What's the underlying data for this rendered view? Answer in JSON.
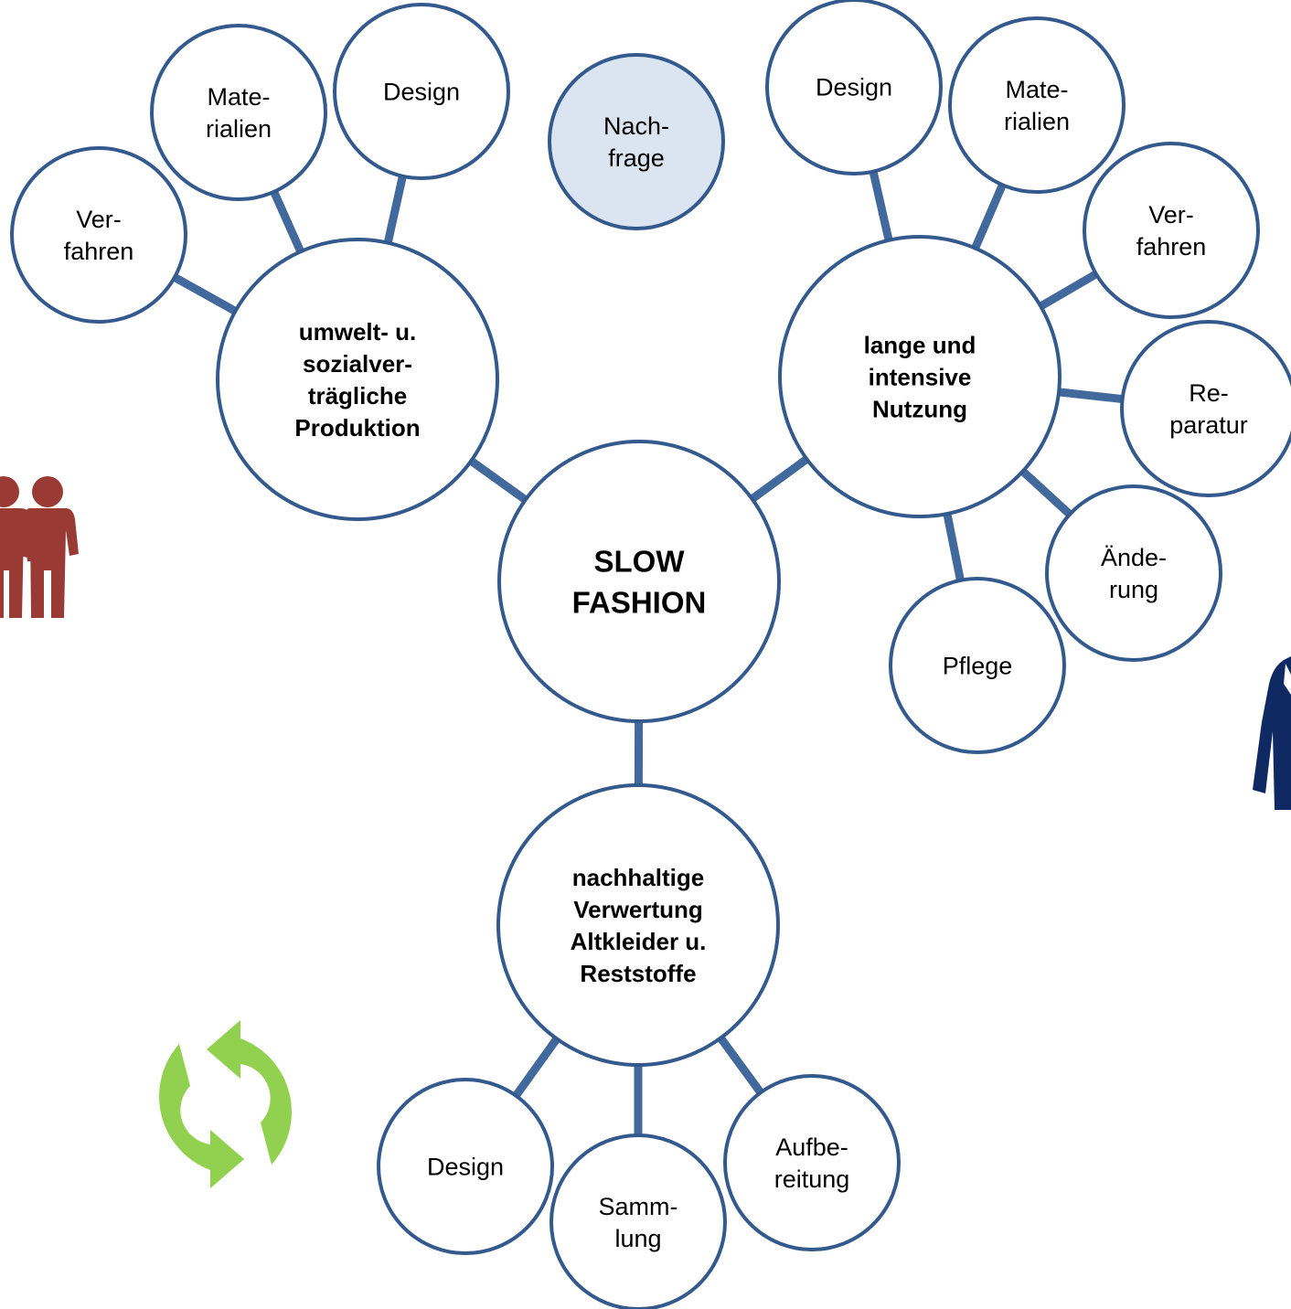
{
  "palette": {
    "stroke": "#34598c",
    "connector": "#41699c",
    "node_fill": "#ffffff",
    "highlight_fill": "#dbe5f1",
    "people_icon": "#9a3a35",
    "jacket_icon": "#0f2a63",
    "recycle_icon": "#92d050"
  },
  "nodes": {
    "center": [
      "SLOW",
      "FASHION"
    ],
    "production": [
      "umwelt- u.",
      "sozialver-",
      "trägliche",
      "Produktion"
    ],
    "usage": [
      "lange und",
      "intensive",
      "Nutzung"
    ],
    "recycling": [
      "nachhaltige",
      "Verwertung",
      "Altkleider u.",
      "Reststoffe"
    ],
    "prod_verfahren": [
      "Ver-",
      "fahren"
    ],
    "prod_materialien": [
      "Mate-",
      "rialien"
    ],
    "prod_design": [
      "Design"
    ],
    "nachfrage": [
      "Nach-",
      "frage"
    ],
    "use_design": [
      "Design"
    ],
    "use_materialien": [
      "Mate-",
      "rialien"
    ],
    "use_verfahren": [
      "Ver-",
      "fahren"
    ],
    "use_reparatur": [
      "Re-",
      "paratur"
    ],
    "use_aenderung": [
      "Ände-",
      "rung"
    ],
    "use_pflege": [
      "Pflege"
    ],
    "rec_design": [
      "Design"
    ],
    "rec_sammlung": [
      "Samm-",
      "lung"
    ],
    "rec_aufbereitung": [
      "Aufbe-",
      "reitung"
    ]
  },
  "icons": {
    "people": "people-icon",
    "jacket": "jacket-icon",
    "recycle": "recycle-icon"
  }
}
